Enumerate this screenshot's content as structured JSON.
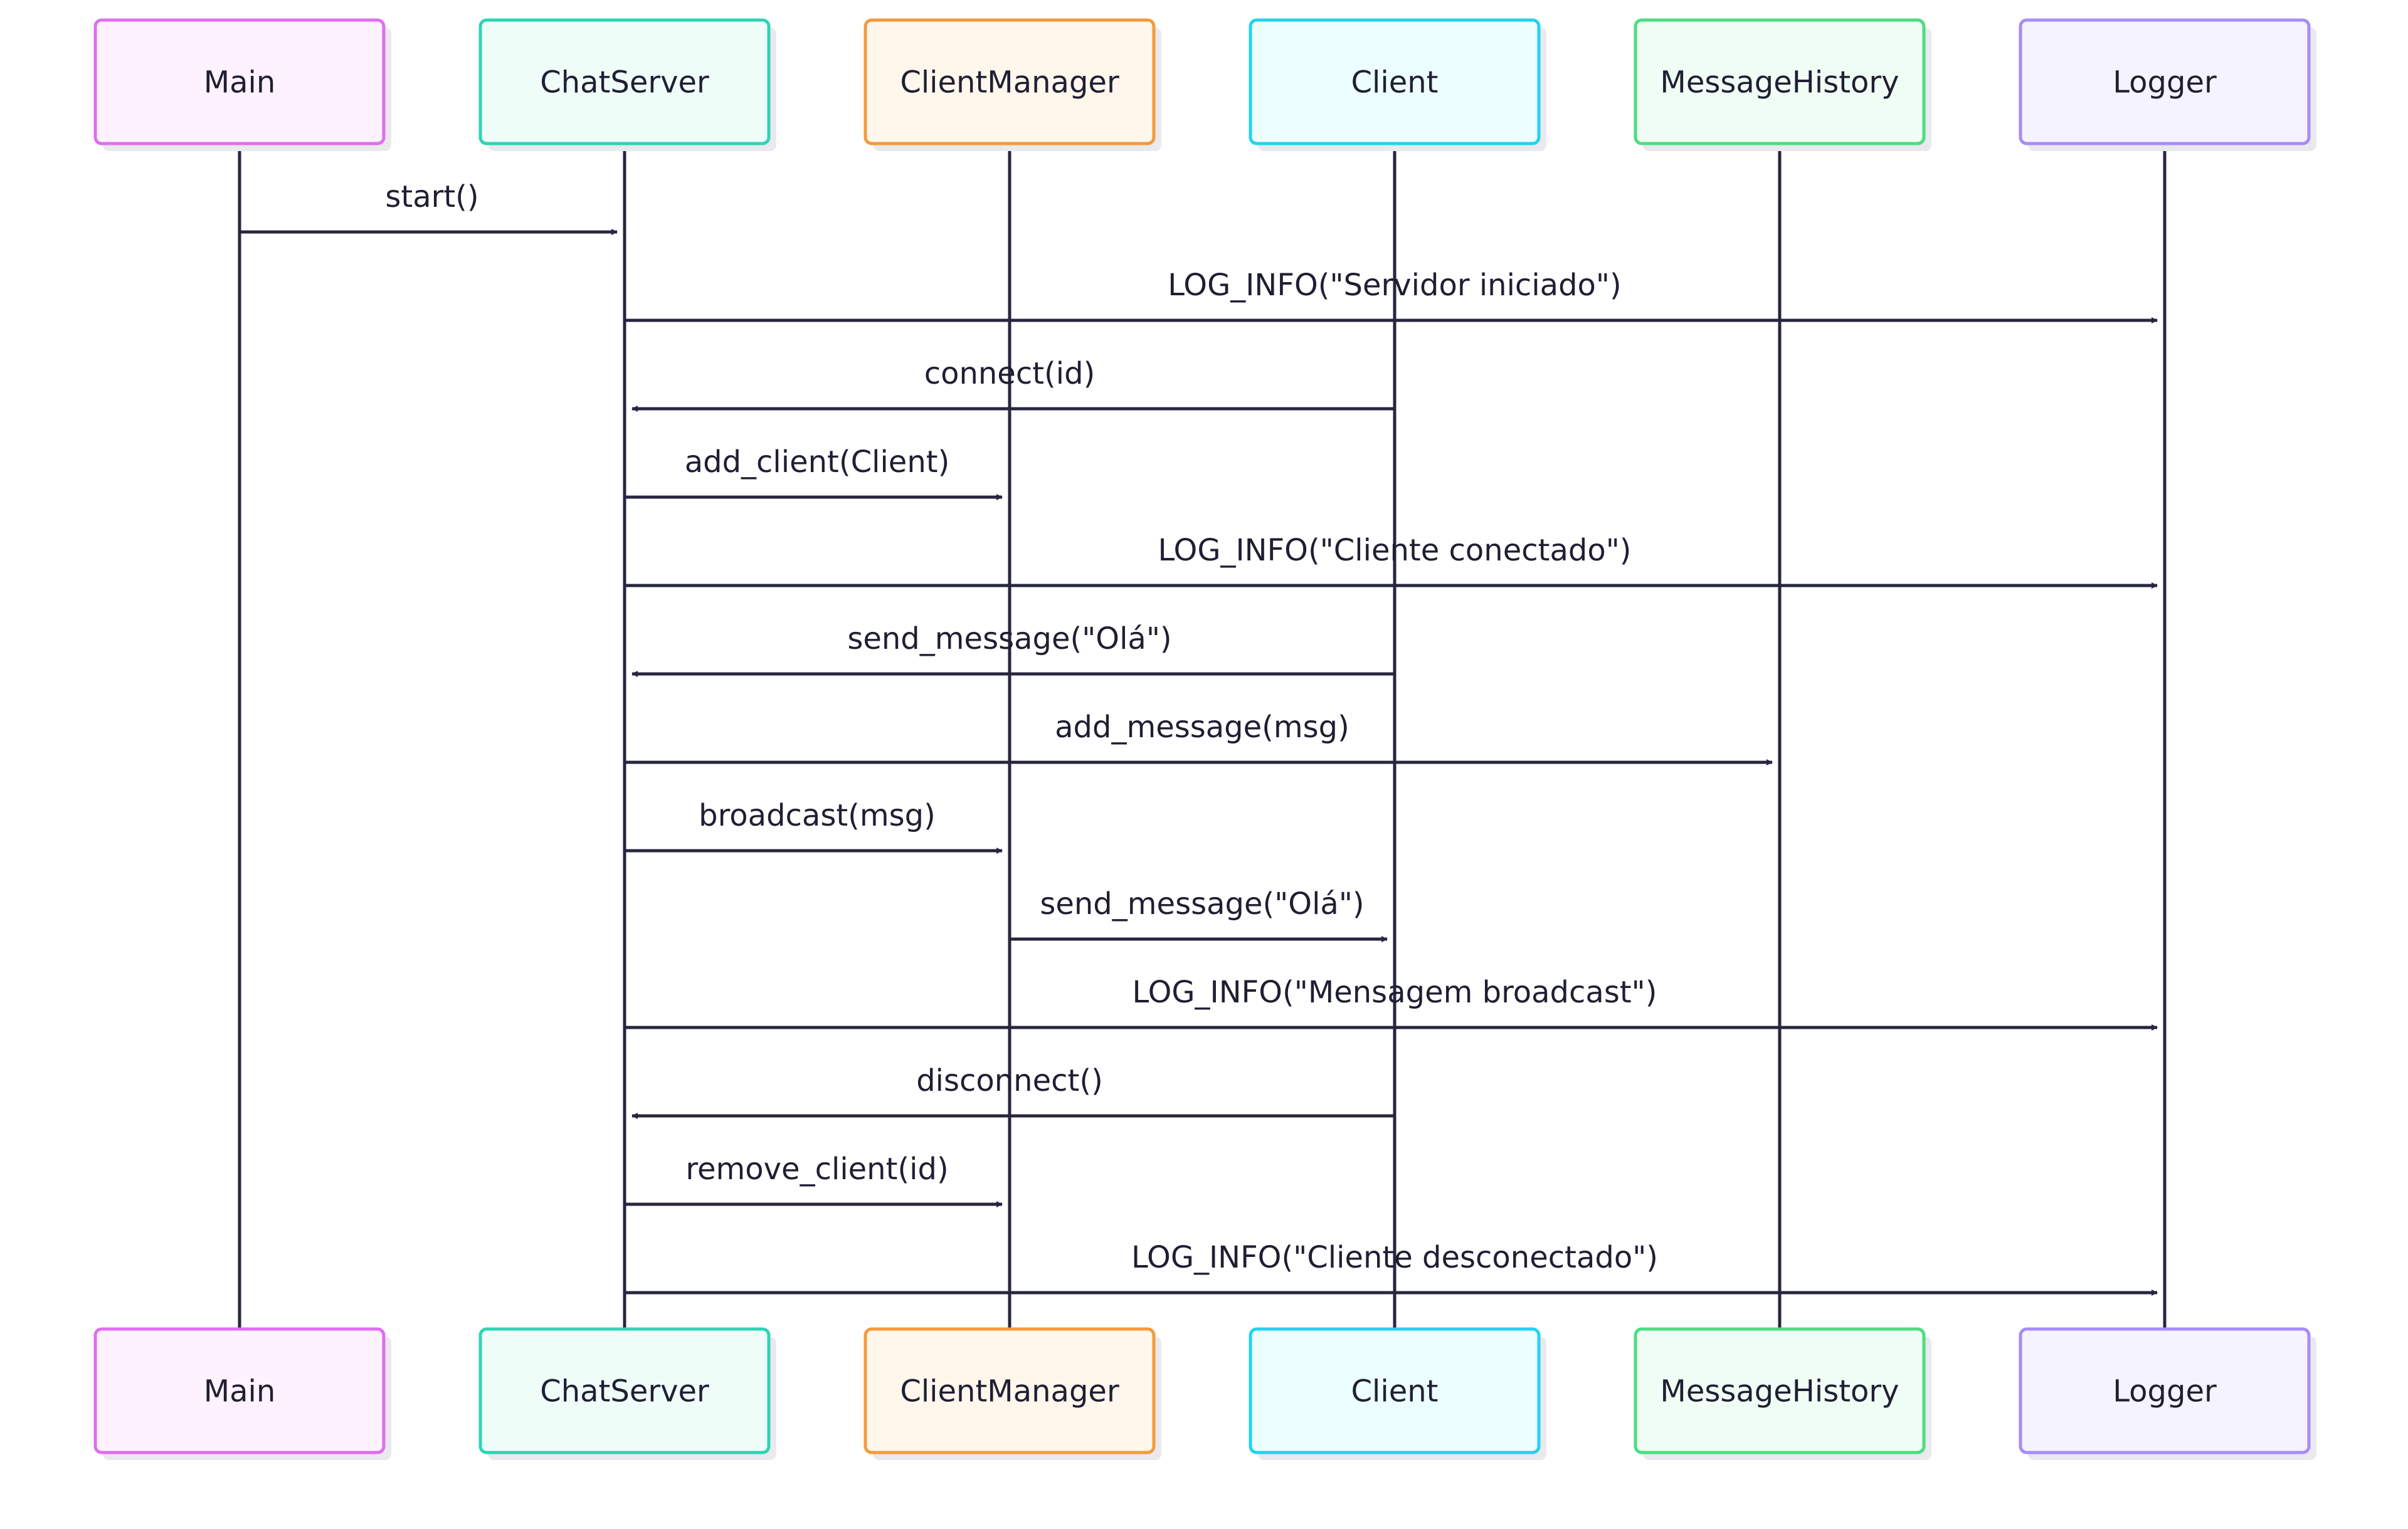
{
  "participants": [
    {
      "id": "main",
      "label": "Main",
      "border": "#df6ef0",
      "fill": "#fdf2fe"
    },
    {
      "id": "chatserver",
      "label": "ChatServer",
      "border": "#2dd4b4",
      "fill": "#effdf9"
    },
    {
      "id": "clientmanager",
      "label": "ClientManager",
      "border": "#f59a3c",
      "fill": "#fff6ec"
    },
    {
      "id": "client",
      "label": "Client",
      "border": "#22d3ee",
      "fill": "#ecfeff"
    },
    {
      "id": "messagehistory",
      "label": "MessageHistory",
      "border": "#4ade80",
      "fill": "#f0fdf4"
    },
    {
      "id": "logger",
      "label": "Logger",
      "border": "#a78bfa",
      "fill": "#f5f3ff"
    }
  ],
  "messages": [
    {
      "from": "main",
      "to": "chatserver",
      "label": "start()"
    },
    {
      "from": "chatserver",
      "to": "logger",
      "label": "LOG_INFO(\"Servidor iniciado\")"
    },
    {
      "from": "client",
      "to": "chatserver",
      "label": "connect(id)"
    },
    {
      "from": "chatserver",
      "to": "clientmanager",
      "label": "add_client(Client)"
    },
    {
      "from": "chatserver",
      "to": "logger",
      "label": "LOG_INFO(\"Cliente conectado\")"
    },
    {
      "from": "client",
      "to": "chatserver",
      "label": "send_message(\"Olá\")"
    },
    {
      "from": "chatserver",
      "to": "messagehistory",
      "label": "add_message(msg)"
    },
    {
      "from": "chatserver",
      "to": "clientmanager",
      "label": "broadcast(msg)"
    },
    {
      "from": "clientmanager",
      "to": "client",
      "label": "send_message(\"Olá\")"
    },
    {
      "from": "chatserver",
      "to": "logger",
      "label": "LOG_INFO(\"Mensagem broadcast\")"
    },
    {
      "from": "client",
      "to": "chatserver",
      "label": "disconnect()"
    },
    {
      "from": "chatserver",
      "to": "clientmanager",
      "label": "remove_client(id)"
    },
    {
      "from": "chatserver",
      "to": "logger",
      "label": "LOG_INFO(\"Cliente desconectado\")"
    }
  ],
  "colors": {
    "line": "#262640",
    "text": "#1f1f33",
    "shadow": "#e9e9ee"
  }
}
